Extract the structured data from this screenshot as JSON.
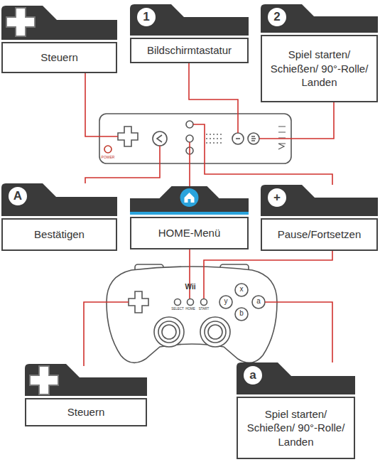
{
  "diagram": {
    "nodes": [
      {
        "text": [
          "Steuern"
        ]
      },
      {
        "text": [
          "1",
          "Bildschirmtastatur"
        ]
      },
      {
        "text": [
          "2",
          "Spiel starten/ Schießen/ 90°-Rolle/ Landen"
        ]
      },
      {
        "text": [
          "A",
          "Bestätigen"
        ]
      },
      {
        "text": [
          "HOME-Menü"
        ]
      },
      {
        "text": [
          "+",
          "Pause/Fortsetzen"
        ]
      },
      {
        "text": [
          "Steuern"
        ]
      },
      {
        "text": [
          "a",
          "Spiel starten/ Schießen/ 90°-Rolle/ Landen"
        ]
      }
    ],
    "labels": [
      "POWER",
      "Wii",
      "SELECT",
      "HOME",
      "START",
      "x",
      "y",
      "a",
      "b"
    ]
  }
}
